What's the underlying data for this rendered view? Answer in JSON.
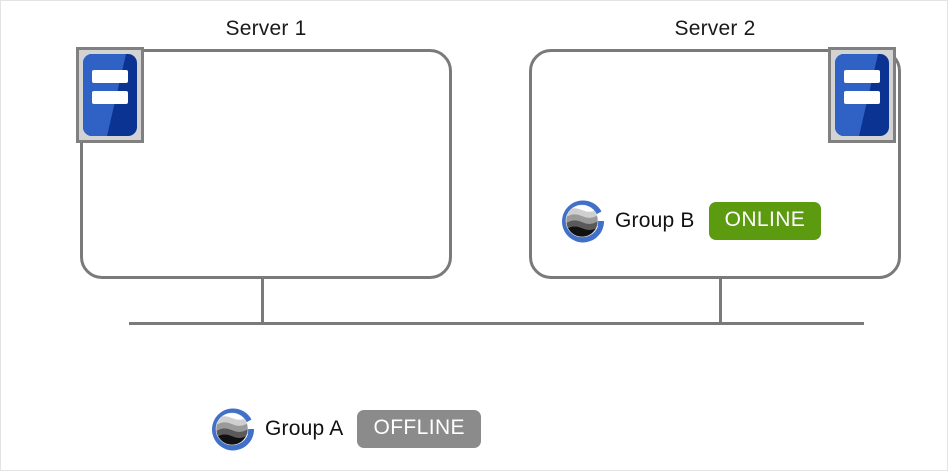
{
  "diagram": {
    "title_hidden": "",
    "servers": [
      {
        "id": "server-1",
        "label": "Server 1",
        "icon": "server-node-icon",
        "icon_position": "top-left",
        "groups": []
      },
      {
        "id": "server-2",
        "label": "Server 2",
        "icon": "server-node-icon",
        "icon_position": "top-right",
        "groups": [
          {
            "id": "group-b",
            "logo": "resource-group-globe-icon",
            "label": "Group  B",
            "status": "ONLINE",
            "status_color": "#5c9a0f"
          }
        ]
      }
    ],
    "unassigned_groups": [
      {
        "id": "group-a",
        "logo": "resource-group-globe-icon",
        "label": "Group A",
        "status": "OFFLINE",
        "status_color": "#8b8b8b"
      }
    ],
    "connectors": {
      "bus_label": "",
      "line_color": "#7a7a7a"
    },
    "colors": {
      "box_border": "#7a7a7a",
      "icon_frame": "#808080",
      "icon_frame_fill": "#d3d3d3",
      "icon_blue_light": "#2f62c4",
      "icon_blue_dark": "#0b3492",
      "logo_ring_blue": "#4070c8",
      "canvas_border": "#e3e3e3",
      "text": "#111111"
    }
  }
}
